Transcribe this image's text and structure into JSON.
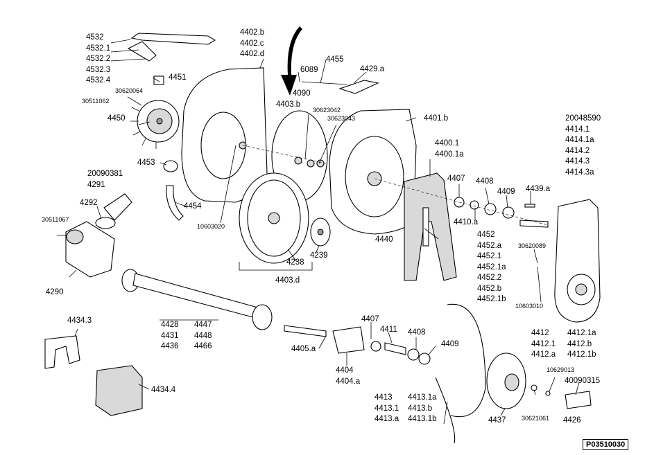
{
  "drawing_code": "P03510030",
  "callouts": {
    "c4532": [
      "4532",
      "4532.1",
      "4532.2",
      "4532.3",
      "4532.4"
    ],
    "c4402b": [
      "4402.b",
      "4402.c",
      "4402.d"
    ],
    "c4455": "4455",
    "c6089": "6089",
    "c4429a": "4429.a",
    "c4451": "4451",
    "c30620064": "30620064",
    "c30511062": "30511062",
    "c4090": "4090",
    "c4403b": "4403.b",
    "c30623042": "30623042",
    "c30623043": "30623043",
    "c4401b": "4401.b",
    "c20048590": [
      "20048590",
      "4414.1",
      "4414.1a",
      "4414.2",
      "4414.3",
      "4414.3a"
    ],
    "c4450": "4450",
    "c4400": [
      "4400.1",
      "4400.1a"
    ],
    "c4453": "4453",
    "c4407a": "4407",
    "c4408a": "4408",
    "c4409a": "4409",
    "c4439a": "4439.a",
    "c20090381": [
      "20090381",
      "4291"
    ],
    "c4292": "4292",
    "c4454": "4454",
    "c4410a": "4410.a",
    "c30511067": "30511067",
    "c10603020": "10603020",
    "c4452": [
      "4452",
      "4452.a",
      "4452.1",
      "4452.1a",
      "4452.2",
      "4452.b",
      "4452.1b"
    ],
    "c4440": "4440",
    "c30620089": "30620089",
    "c4238": "4238",
    "c4239": "4239",
    "c4403d": "4403.d",
    "c4290": "4290",
    "c10603010": "10603010",
    "c4428": [
      "4428",
      "4431",
      "4436"
    ],
    "c4447": [
      "4447",
      "4448",
      "4466"
    ],
    "c4434_3": "4434.3",
    "c4407b": "4407",
    "c4411": "4411",
    "c4408b": "4408",
    "c4409b": "4409",
    "c4405a": "4405.a",
    "c4412": [
      "4412",
      "4412.1",
      "4412.a"
    ],
    "c4412_1a": [
      "4412.1a",
      "4412.b",
      "4412.1b"
    ],
    "c10629013": "10629013",
    "c40090315": "40090315",
    "c4404": [
      "4404",
      "4404.a"
    ],
    "c4434_4": "4434.4",
    "c4413": [
      "4413",
      "4413.1",
      "4413.a"
    ],
    "c4413_1a": [
      "4413.1a",
      "4413.b",
      "4413.1b"
    ],
    "c4437": "4437",
    "c30621061": "30621061",
    "c4426": "4426"
  }
}
